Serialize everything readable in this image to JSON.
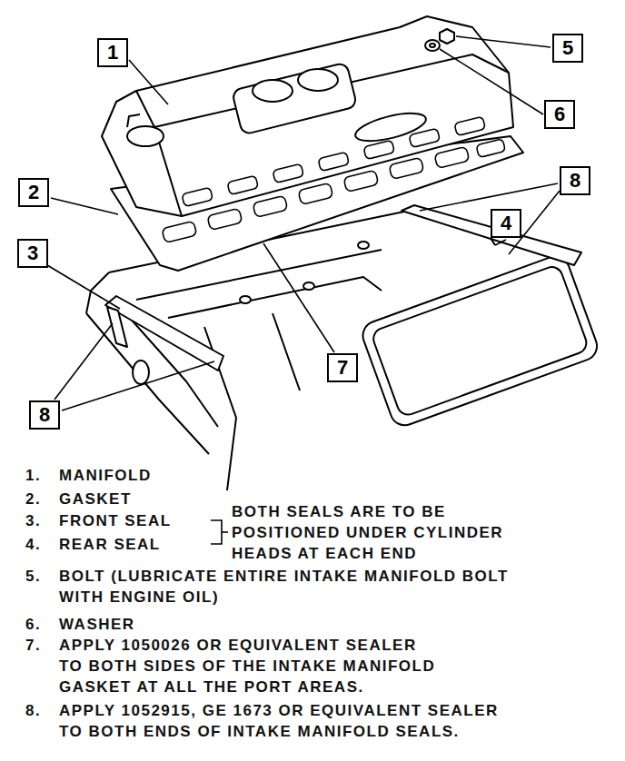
{
  "diagram": {
    "nodes": [
      {
        "text": [
          "1"
        ]
      },
      {
        "text": [
          "5"
        ]
      },
      {
        "text": [
          "6"
        ]
      },
      {
        "text": [
          "2"
        ]
      },
      {
        "text": [
          "8"
        ]
      },
      {
        "text": [
          "4"
        ]
      },
      {
        "text": [
          "3"
        ]
      },
      {
        "text": [
          "7"
        ]
      },
      {
        "text": [
          "8"
        ]
      }
    ],
    "labels": [
      "1.",
      "MANIFOLD",
      "2.",
      "GASKET",
      "3.",
      "FRONT SEAL",
      "4.",
      "REAR SEAL",
      "BOTH SEALS ARE TO BE POSITIONED UNDER CYLINDER HEADS AT EACH END",
      "5.",
      "BOLT (LUBRICATE ENTIRE INTAKE MANIFOLD BOLT WITH ENGINE OIL)",
      "6.",
      "WASHER",
      "7.",
      "APPLY 1050026 OR EQUIVALENT SEALER TO BOTH SIDES OF THE INTAKE MANIFOLD GASKET AT ALL THE PORT AREAS.",
      "8.",
      "APPLY 1052915, GE 1673 OR EQUIVALENT SEALER TO BOTH ENDS OF INTAKE MANIFOLD SEALS."
    ]
  }
}
